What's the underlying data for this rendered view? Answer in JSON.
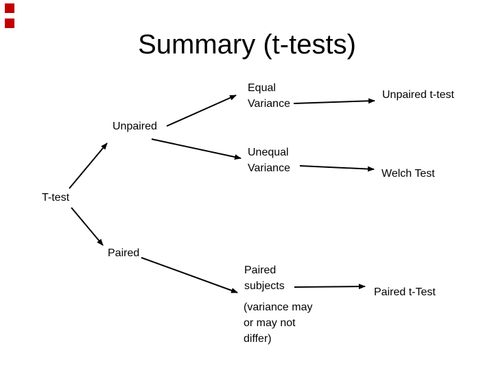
{
  "slide_title": "Summary (t-tests)",
  "decorations": {
    "top_left_square_color": "#c00000"
  },
  "diagram": {
    "type": "tree",
    "nodes": [
      {
        "id": "t-test",
        "label": "T-test"
      },
      {
        "id": "unpaired",
        "label": "Unpaired"
      },
      {
        "id": "equal-variance",
        "label": "Equal Variance"
      },
      {
        "id": "unequal-variance",
        "label": "Unequal Variance"
      },
      {
        "id": "unpaired-t-test",
        "label": "Unpaired t-test"
      },
      {
        "id": "welch-test",
        "label": "Welch Test"
      },
      {
        "id": "paired",
        "label": "Paired"
      },
      {
        "id": "paired-subjects",
        "label": "Paired subjects",
        "note": "(variance may or may not differ)"
      },
      {
        "id": "paired-t-test",
        "label": "Paired t-Test"
      }
    ],
    "edges": [
      {
        "from": "t-test",
        "to": "unpaired"
      },
      {
        "from": "unpaired",
        "to": "equal-variance"
      },
      {
        "from": "equal-variance",
        "to": "unpaired-t-test"
      },
      {
        "from": "unpaired",
        "to": "unequal-variance"
      },
      {
        "from": "unequal-variance",
        "to": "welch-test"
      },
      {
        "from": "t-test",
        "to": "paired"
      },
      {
        "from": "paired",
        "to": "paired-subjects"
      },
      {
        "from": "paired-subjects",
        "to": "paired-t-test"
      }
    ]
  }
}
